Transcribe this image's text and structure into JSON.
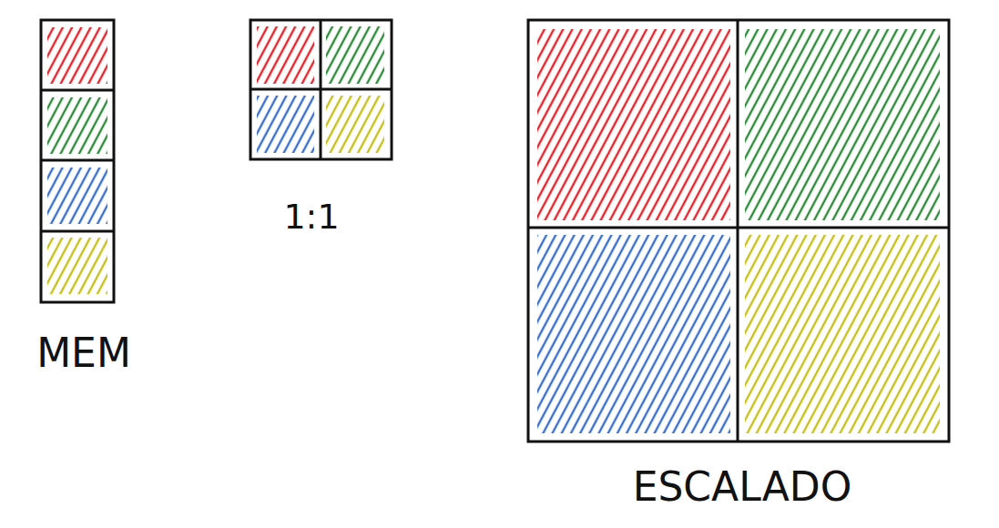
{
  "diagram": {
    "labels": [
      "MEM",
      "1:1",
      "ESCALADO"
    ]
  }
}
